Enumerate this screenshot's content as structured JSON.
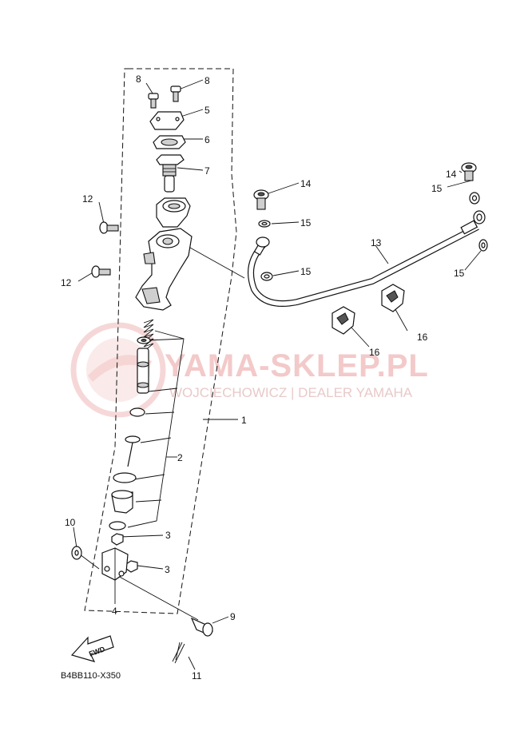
{
  "diagram": {
    "code": "B4BB110-X350",
    "fwd_label": "FWD",
    "watermark": {
      "main": "YAMA-SKLEP.PL",
      "sub": "WOJCIECHOWICZ | DEALER YAMAHA"
    },
    "callouts": [
      "1",
      "2",
      "3",
      "3",
      "4",
      "5",
      "6",
      "7",
      "8",
      "8",
      "9",
      "10",
      "11",
      "12",
      "12",
      "13",
      "14",
      "14",
      "15",
      "15",
      "15",
      "15",
      "16",
      "16"
    ]
  }
}
